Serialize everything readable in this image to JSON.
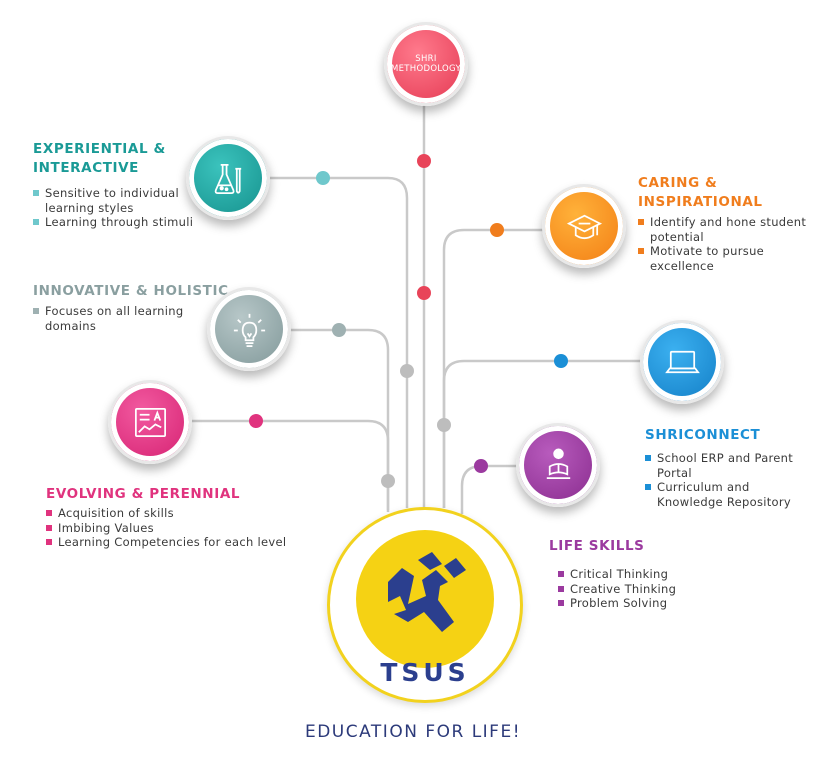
{
  "center": {
    "logo_text": "TSUS",
    "tagline": "EDUCATION FOR LIFE!"
  },
  "methodology": {
    "label_line1": "SHRI",
    "label_line2": "METHODOLOGY",
    "color": "#e84459"
  },
  "pillars": {
    "experiential": {
      "title_line1": "EXPERIENTIAL &",
      "title_line2": "INTERACTIVE",
      "color": "#1a9a96",
      "icon": "lab-flask-icon",
      "points": [
        "Sensitive to individual learning styles",
        "Learning through stimuli"
      ]
    },
    "innovative": {
      "title": "INNOVATIVE & HOLISTIC",
      "color": "#8a9fa0",
      "icon": "light-bulb-icon",
      "points": [
        "Focuses on all learning domains"
      ]
    },
    "evolving": {
      "title": "EVOLVING & PERENNIAL",
      "color": "#e0337e",
      "icon": "chart-board-icon",
      "points": [
        "Acquisition of skills",
        "Imbibing Values",
        "Learning Competencies for each level"
      ]
    },
    "caring": {
      "title_line1": "CARING &",
      "title_line2": "INSPIRATIONAL",
      "color": "#f07d1d",
      "icon": "graduation-cap-icon",
      "points": [
        "Identify and hone student potential",
        "Motivate to pursue excellence"
      ]
    },
    "shriconnect": {
      "title": "SHRICONNECT",
      "color": "#1b8fd6",
      "icon": "laptop-icon",
      "points": [
        "School ERP and Parent Portal",
        "Curriculum and Knowledge Repository"
      ]
    },
    "lifeskills": {
      "title": "LIFE SKILLS",
      "color": "#9b3a9f",
      "icon": "reading-person-icon",
      "points": [
        "Critical Thinking",
        "Creative Thinking",
        "Problem Solving"
      ]
    }
  }
}
